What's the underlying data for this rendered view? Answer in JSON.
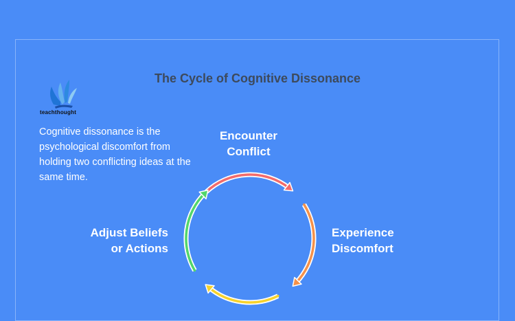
{
  "title": "The Cycle of Cognitive Dissonance",
  "logo": {
    "text": "teachthought"
  },
  "description": "Cognitive dissonance is the psychological discomfort from holding two conflicting ideas at the same time.",
  "stages": [
    {
      "line1": "Encounter",
      "line2": "Conflict",
      "arrow_color": "#f26b6b"
    },
    {
      "line1": "Experience",
      "line2": "Discomfort",
      "arrow_color": "#f5914a"
    },
    {
      "line1": "",
      "line2": "",
      "arrow_color": "#f6d22c"
    },
    {
      "line1": "Adjust Beliefs",
      "line2": "or Actions",
      "arrow_color": "#52d66b"
    }
  ],
  "colors": {
    "background": "#4a8cf7",
    "title": "#3d4a5c",
    "text": "#ffffff"
  }
}
